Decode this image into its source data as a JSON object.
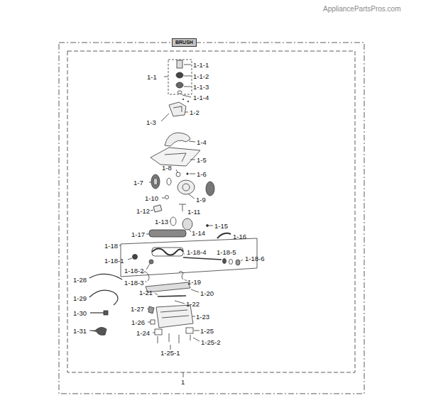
{
  "diagram": {
    "nodes": [
      {
        "text": [
          "BRUSH"
        ]
      }
    ],
    "labels": [
      "AppliancePartsPros.com",
      "1-1-1",
      "1-1-2",
      "1-1-3",
      "1-1-4",
      "1-1",
      "1-2",
      "1-3",
      "1-4",
      "1-5",
      "1-8",
      "1-6",
      "1-7",
      "1-9",
      "1-10",
      "1-11",
      "1-12",
      "1-13",
      "1-15",
      "1-14",
      "1-16",
      "1-17",
      "1-18",
      "1-18-4",
      "1-18-5",
      "1-18-6",
      "1-18-1",
      "1-18-2",
      "1-18-3",
      "1-19",
      "1-28",
      "1-20",
      "1-21",
      "1-29",
      "1-22",
      "1-27",
      "1-23",
      "1-30",
      "1-26",
      "1-25",
      "1-24",
      "1-31",
      "1-25-2",
      "1-25-1",
      "1"
    ]
  }
}
